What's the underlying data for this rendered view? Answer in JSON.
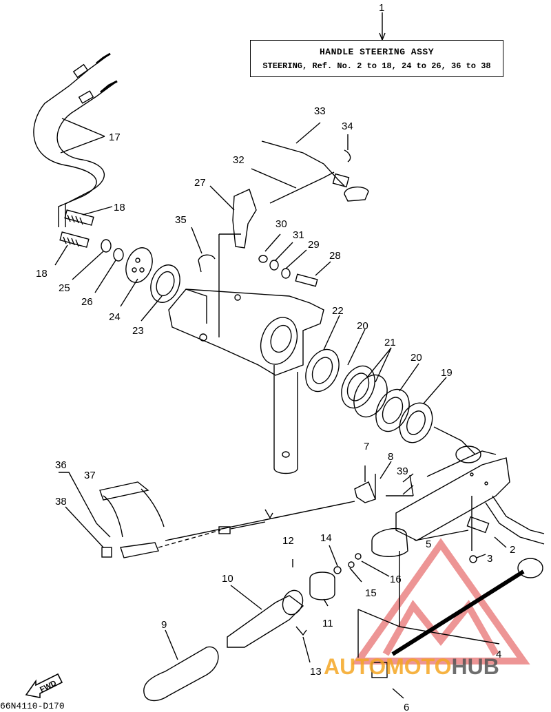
{
  "header": {
    "ref_number": "1",
    "title": "HANDLE STEERING ASSY",
    "subtitle": "STEERING,  Ref. No. 2 to 18, 24 to 26, 36 to 38"
  },
  "callouts": [
    "2",
    "3",
    "4",
    "5",
    "6",
    "7",
    "8",
    "9",
    "10",
    "11",
    "12",
    "13",
    "14",
    "15",
    "16",
    "17",
    "18",
    "18",
    "19",
    "20",
    "20",
    "21",
    "22",
    "23",
    "24",
    "25",
    "26",
    "27",
    "28",
    "29",
    "30",
    "31",
    "32",
    "33",
    "34",
    "35",
    "36",
    "37",
    "38",
    "39"
  ],
  "direction_label": "FWD",
  "diagram_code": "66N4110-D170",
  "watermark": {
    "part1": "AUTO",
    "part2": "MOTO",
    "part3": "HUB",
    "colors": {
      "accent": "#f5a623",
      "dark": "#555555",
      "logo": "#e04040"
    }
  }
}
